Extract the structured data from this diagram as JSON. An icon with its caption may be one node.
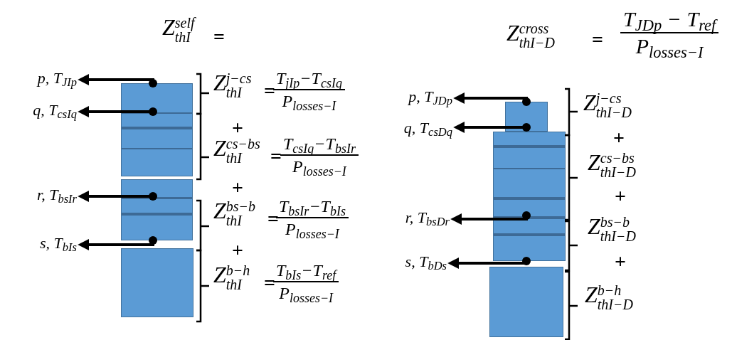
{
  "diagram": {
    "nodes": [
      {
        "text": [
          "p, T$_{JIp}$"
        ]
      },
      {
        "text": [
          "q, T$_{csIq}$"
        ]
      },
      {
        "text": [
          "r, T$_{bsIr}$"
        ]
      },
      {
        "text": [
          "s, T$_{bIs}$"
        ]
      },
      {
        "text": [],
        "shape": "box"
      },
      {
        "text": [],
        "shape": "box"
      },
      {
        "text": [],
        "shape": "box"
      },
      {
        "text": [
          "p, T$_{JDp}$"
        ]
      },
      {
        "text": [
          "q, T$_{csDq}$"
        ]
      },
      {
        "text": [
          "r, T$_{bsDr}$"
        ]
      },
      {
        "text": [
          "s, T$_{bDs}$"
        ]
      },
      {
        "text": [],
        "shape": "box"
      },
      {
        "text": [],
        "shape": "box"
      },
      {
        "text": [],
        "shape": "box"
      }
    ],
    "edges": [
      {
        "from": 4,
        "to": 0,
        "arrow": "to"
      },
      {
        "from": 4,
        "to": 1,
        "arrow": "to"
      },
      {
        "from": 5,
        "to": 2,
        "arrow": "to"
      },
      {
        "from": 5,
        "to": 3,
        "arrow": "to"
      },
      {
        "from": 11,
        "to": 7,
        "arrow": "to"
      },
      {
        "from": 11,
        "to": 8,
        "arrow": "to"
      },
      {
        "from": 12,
        "to": 9,
        "arrow": "to"
      },
      {
        "from": 12,
        "to": 10,
        "arrow": "to"
      }
    ],
    "labels": [
      "Z$^{self}$$_{thI}$",
      "=",
      "Z$^{j−cs}$$_{thI}$",
      "=",
      "T$_{jIp}$−T$_{csIq}$",
      "P$_{losses−I}$",
      "+",
      "Z$^{cs−bs}$$_{thI}$",
      "=",
      "T$_{csIq}$−T$_{bsIr}$",
      "P$_{losses−I}$",
      "+",
      "Z$^{bs−b}$$_{thI}$",
      "=",
      "T$_{bsIr}$−T$_{bIs}$",
      "P$_{losses−I}$",
      "+",
      "Z$^{b−h}$$_{thI}$",
      "=",
      "T$_{bIs}$−T$_{ref}$",
      "P$_{losses−I}$",
      "Z$^{cross}$$_{thI−D}$",
      "=",
      "T$_{JDp}$ − T$_{ref}$",
      "P$_{losses−I}$",
      "Z$^{j−cs}$$_{thI−D}$",
      "+",
      "Z$^{cs−bs}$$_{thI−D}$",
      "+",
      "Z$^{bs−b}$$_{thI−D}$",
      "+",
      "Z$^{b−h}$$_{thI−D}$"
    ]
  }
}
